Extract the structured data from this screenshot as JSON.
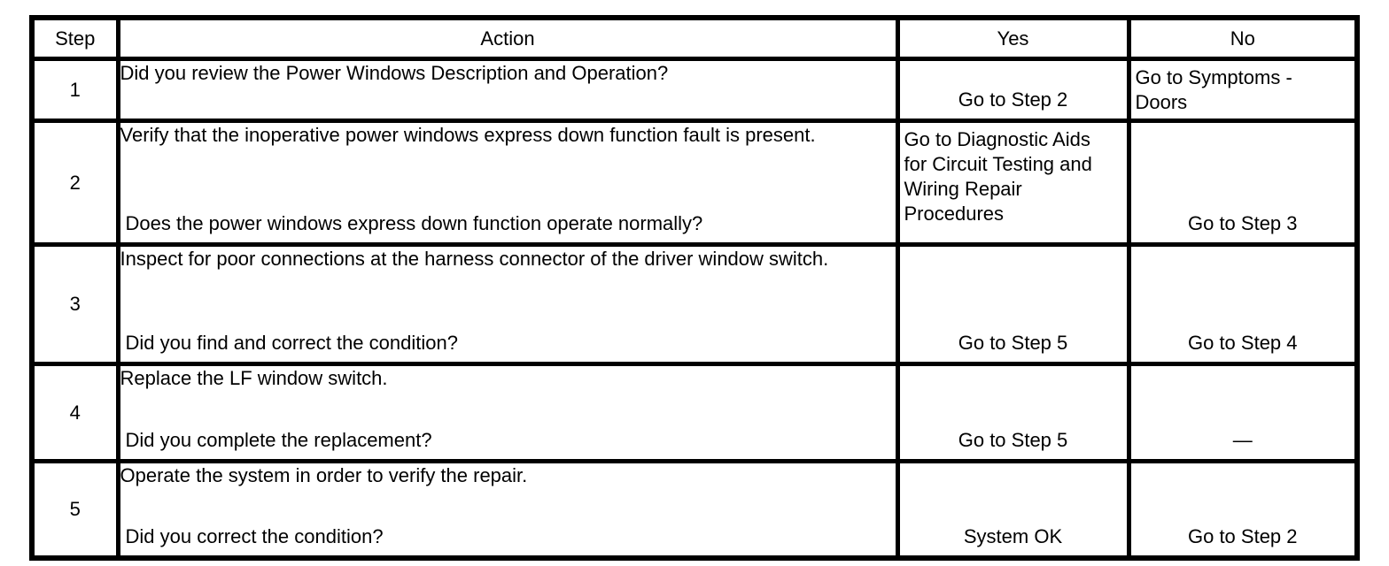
{
  "page": {
    "background_color": "#ffffff",
    "border_color": "#000000",
    "text_color": "#000000"
  },
  "table": {
    "headers": [
      {
        "key": "step",
        "label": "Step"
      },
      {
        "key": "action",
        "label": "Action"
      },
      {
        "key": "yes",
        "label": "Yes"
      },
      {
        "key": "no",
        "label": "No"
      }
    ],
    "rows": [
      {
        "step": "1",
        "action_lines": [
          "Did you review the Power Windows Description and Operation?"
        ],
        "yes": "Go to Step 2",
        "no": "Go to Symptoms - Doors"
      },
      {
        "step": "2",
        "action_lines": [
          "Verify that the inoperative power windows express down function fault is present.",
          "Does the power windows express down function operate normally?"
        ],
        "yes": "Go to Diagnostic Aids for Circuit Testing and Wiring Repair Procedures",
        "no": "Go to Step 3"
      },
      {
        "step": "3",
        "action_lines": [
          "Inspect for poor connections at the harness connector of the driver window switch.",
          "Did you find and correct the condition?"
        ],
        "yes": "Go to Step 5",
        "no": "Go to Step 4"
      },
      {
        "step": "4",
        "action_lines": [
          "Replace the LF window switch.",
          "Did you complete the replacement?"
        ],
        "yes": "Go to Step 5",
        "no": "—"
      },
      {
        "step": "5",
        "action_lines": [
          "Operate the system in order to verify the repair.",
          "Did you correct the condition?"
        ],
        "yes": "System OK",
        "no": "Go to Step 2"
      }
    ]
  }
}
